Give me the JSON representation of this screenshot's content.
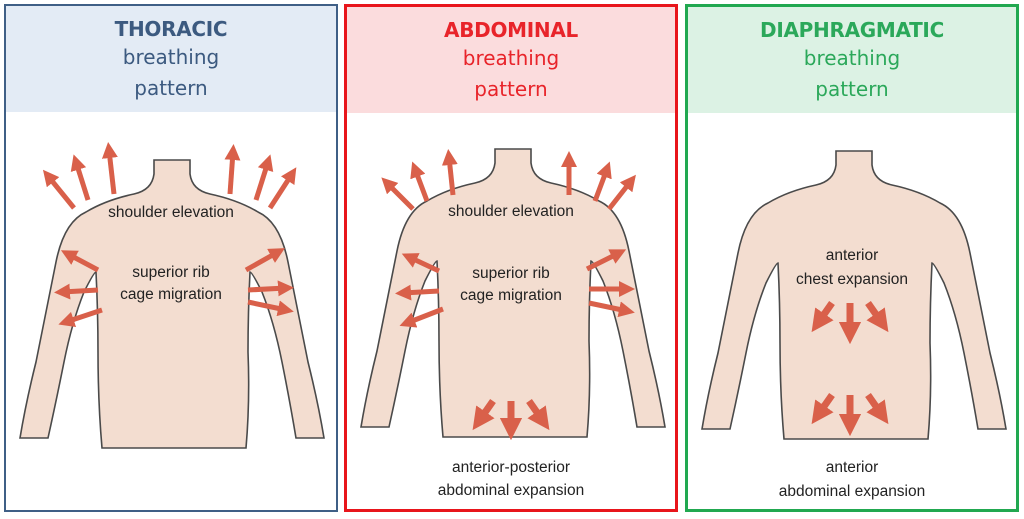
{
  "colors": {
    "thoracic": "#3c5a80",
    "abdominal": "#e8242a",
    "diaphragmatic": "#2ba85a",
    "skin": "#f3ddd0",
    "outline": "#4a4a4a",
    "arrow": "#d9604a"
  },
  "panels": [
    {
      "title": "THORACIC",
      "subtitle_line1": "breathing",
      "subtitle_line2": "pattern",
      "labels": {
        "shoulder": "shoulder elevation",
        "rib_line1": "superior rib",
        "rib_line2": "cage migration"
      }
    },
    {
      "title": "ABDOMINAL",
      "subtitle_line1": "breathing",
      "subtitle_line2": "pattern",
      "labels": {
        "shoulder": "shoulder elevation",
        "rib_line1": "superior rib",
        "rib_line2": "cage migration",
        "bottom_line1": "anterior-posterior",
        "bottom_line2": "abdominal expansion"
      }
    },
    {
      "title": "DIAPHRAGMATIC",
      "subtitle_line1": "breathing",
      "subtitle_line2": "pattern",
      "labels": {
        "chest_line1": "anterior",
        "chest_line2": "chest expansion",
        "bottom_line1": "anterior",
        "bottom_line2": "abdominal expansion"
      }
    }
  ]
}
